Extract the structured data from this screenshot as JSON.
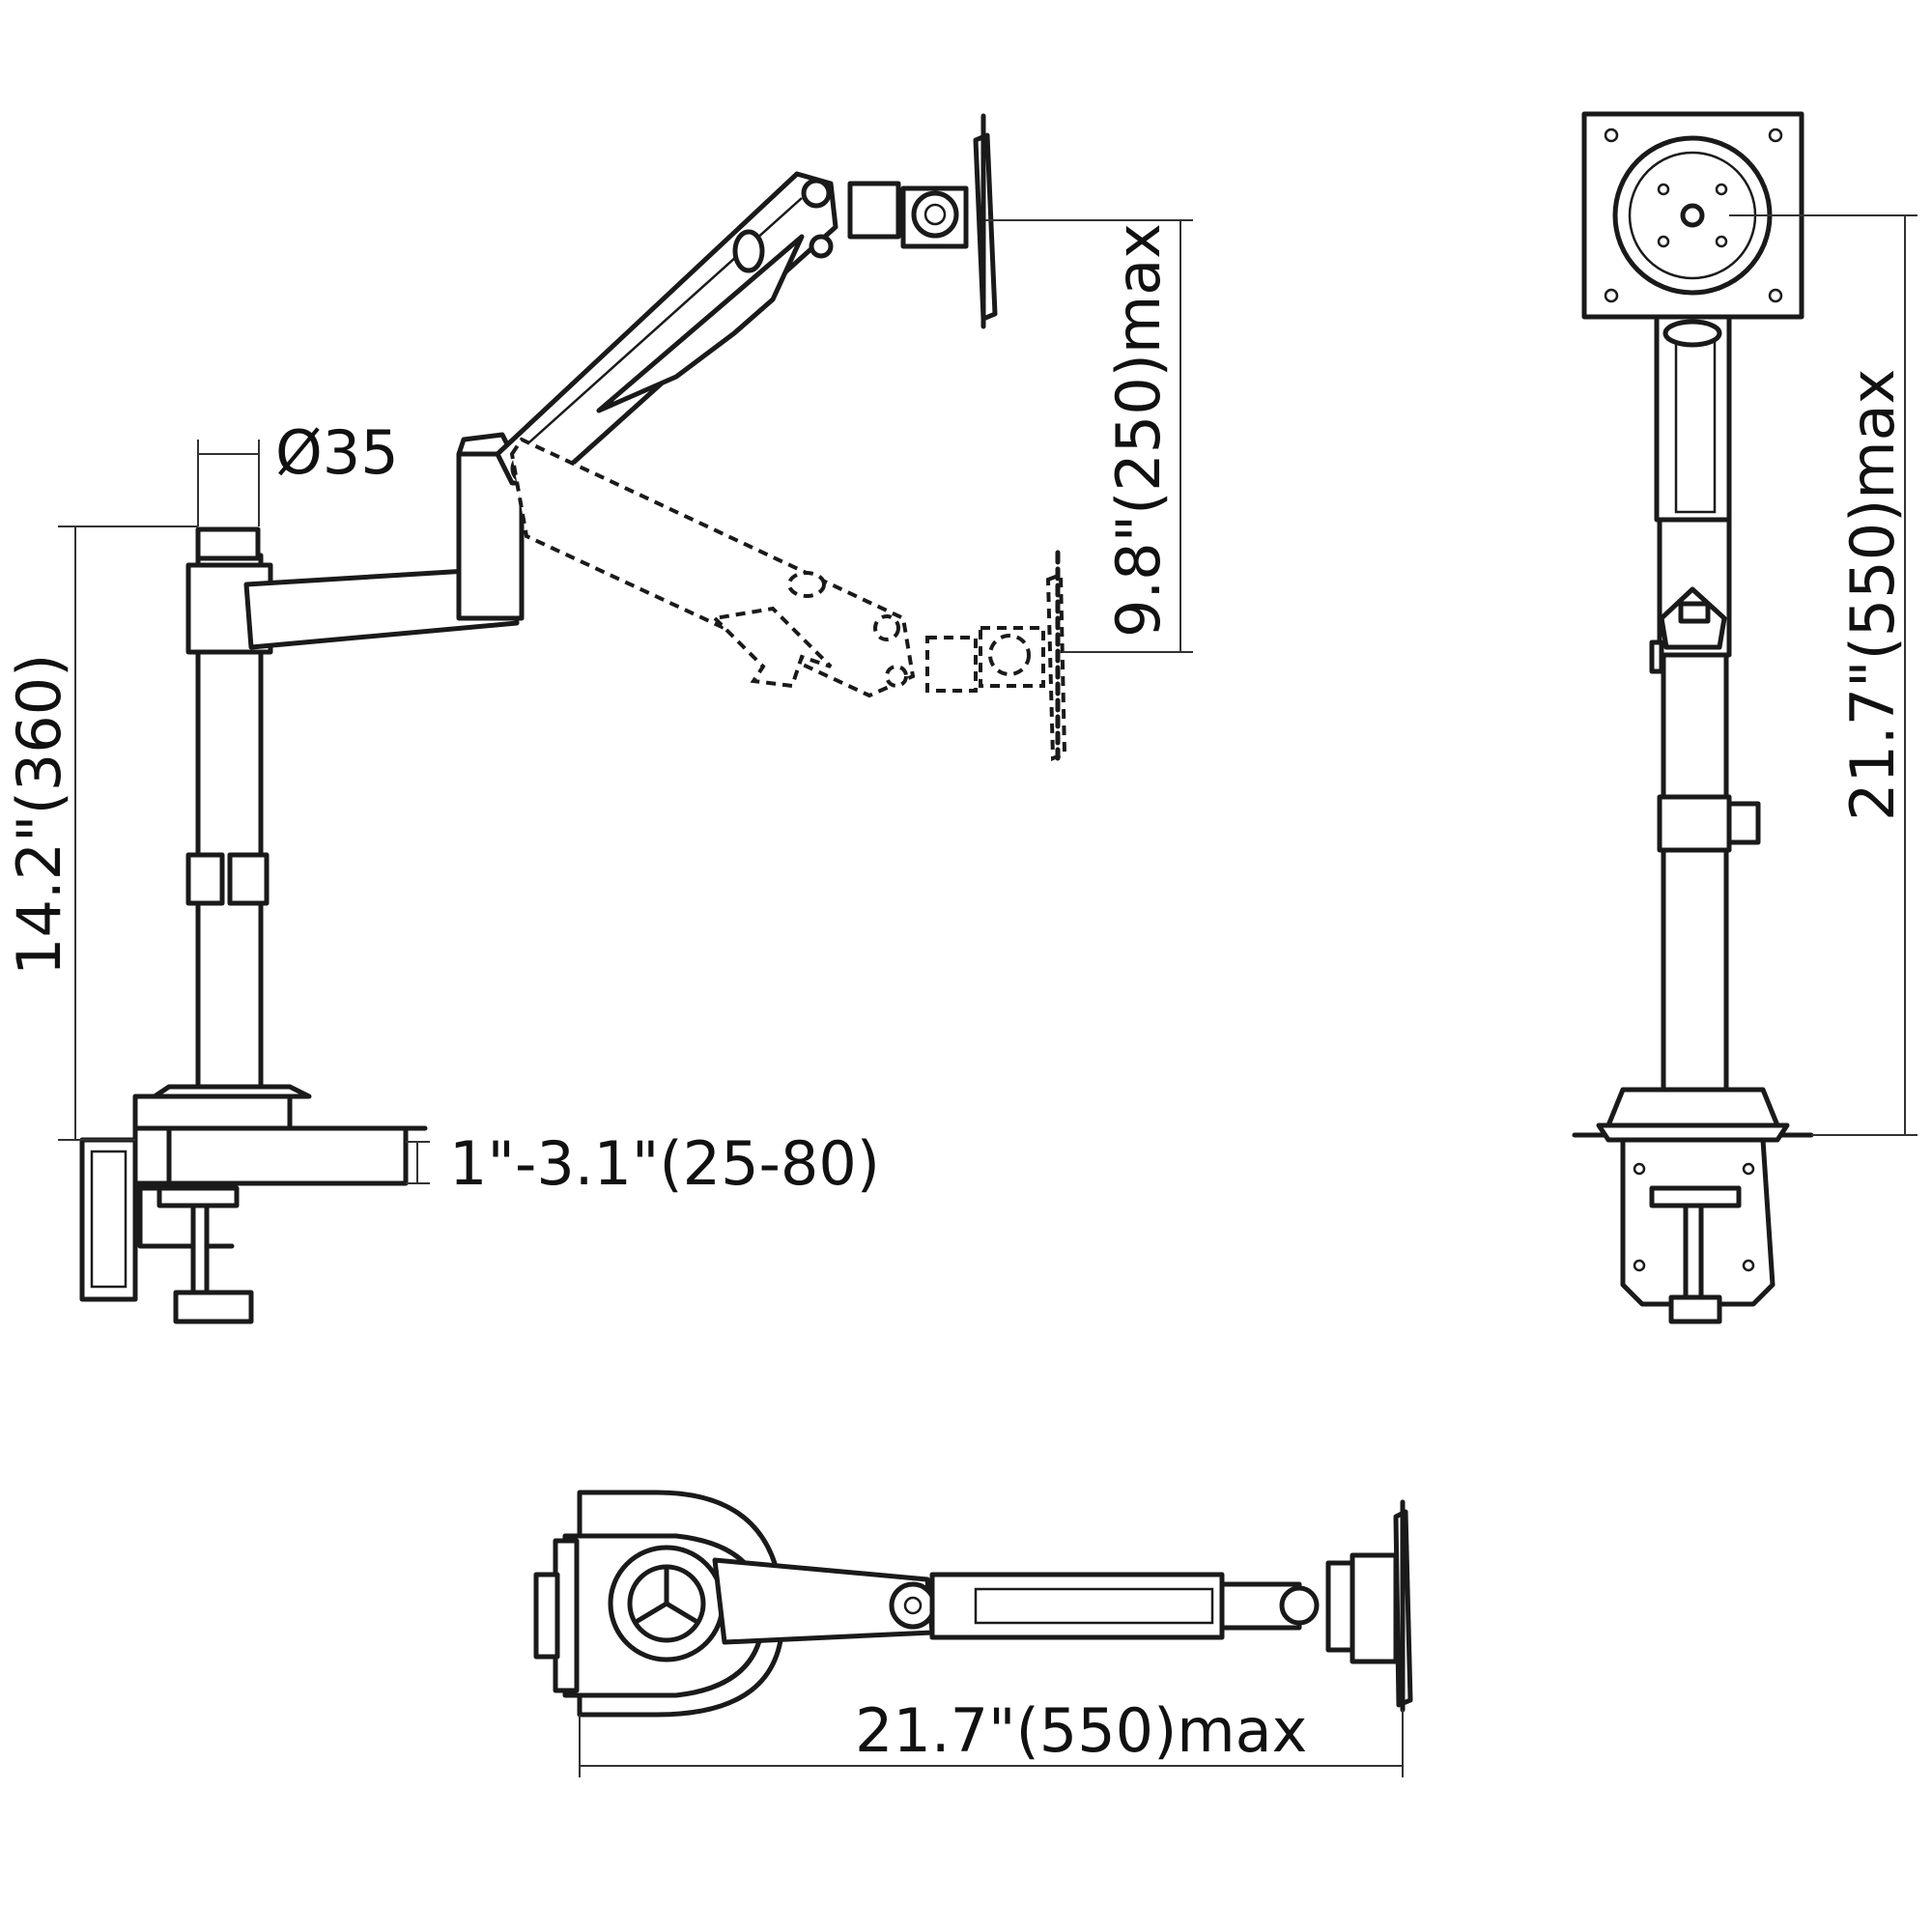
{
  "dimensions": {
    "pole_diameter": "Ø35",
    "height_pole": "14.2\"(360)",
    "desk_thickness": "1\"-3.1\"(25-80)",
    "vertical_travel": "9.8\"(250)max",
    "total_height": "21.7\"(550)max",
    "reach": "21.7\"(550)max"
  },
  "colors": {
    "line": "#1a1a1a",
    "background": "#ffffff"
  }
}
